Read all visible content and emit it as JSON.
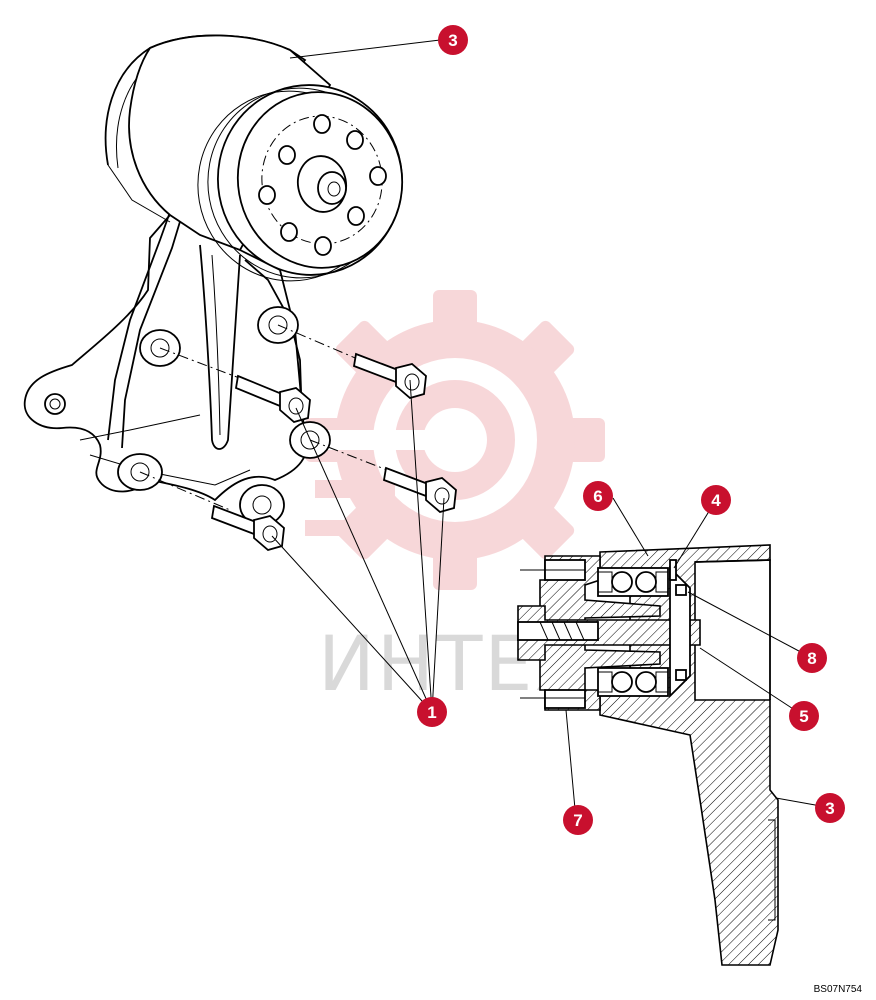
{
  "diagram": {
    "callouts": [
      {
        "id": "callout-3-top",
        "label": "3"
      },
      {
        "id": "callout-6",
        "label": "6"
      },
      {
        "id": "callout-4",
        "label": "4"
      },
      {
        "id": "callout-8",
        "label": "8"
      },
      {
        "id": "callout-5",
        "label": "5"
      },
      {
        "id": "callout-1",
        "label": "1"
      },
      {
        "id": "callout-7",
        "label": "7"
      },
      {
        "id": "callout-3-bottom",
        "label": "3"
      }
    ],
    "drawing_code": "BS07N754",
    "watermark": "ИНТЕХ",
    "colors": {
      "callout_fill": "#c8102e",
      "watermark_logo": "#f5c6c9",
      "watermark_text": "#d9d9d9",
      "line": "#000000"
    }
  }
}
